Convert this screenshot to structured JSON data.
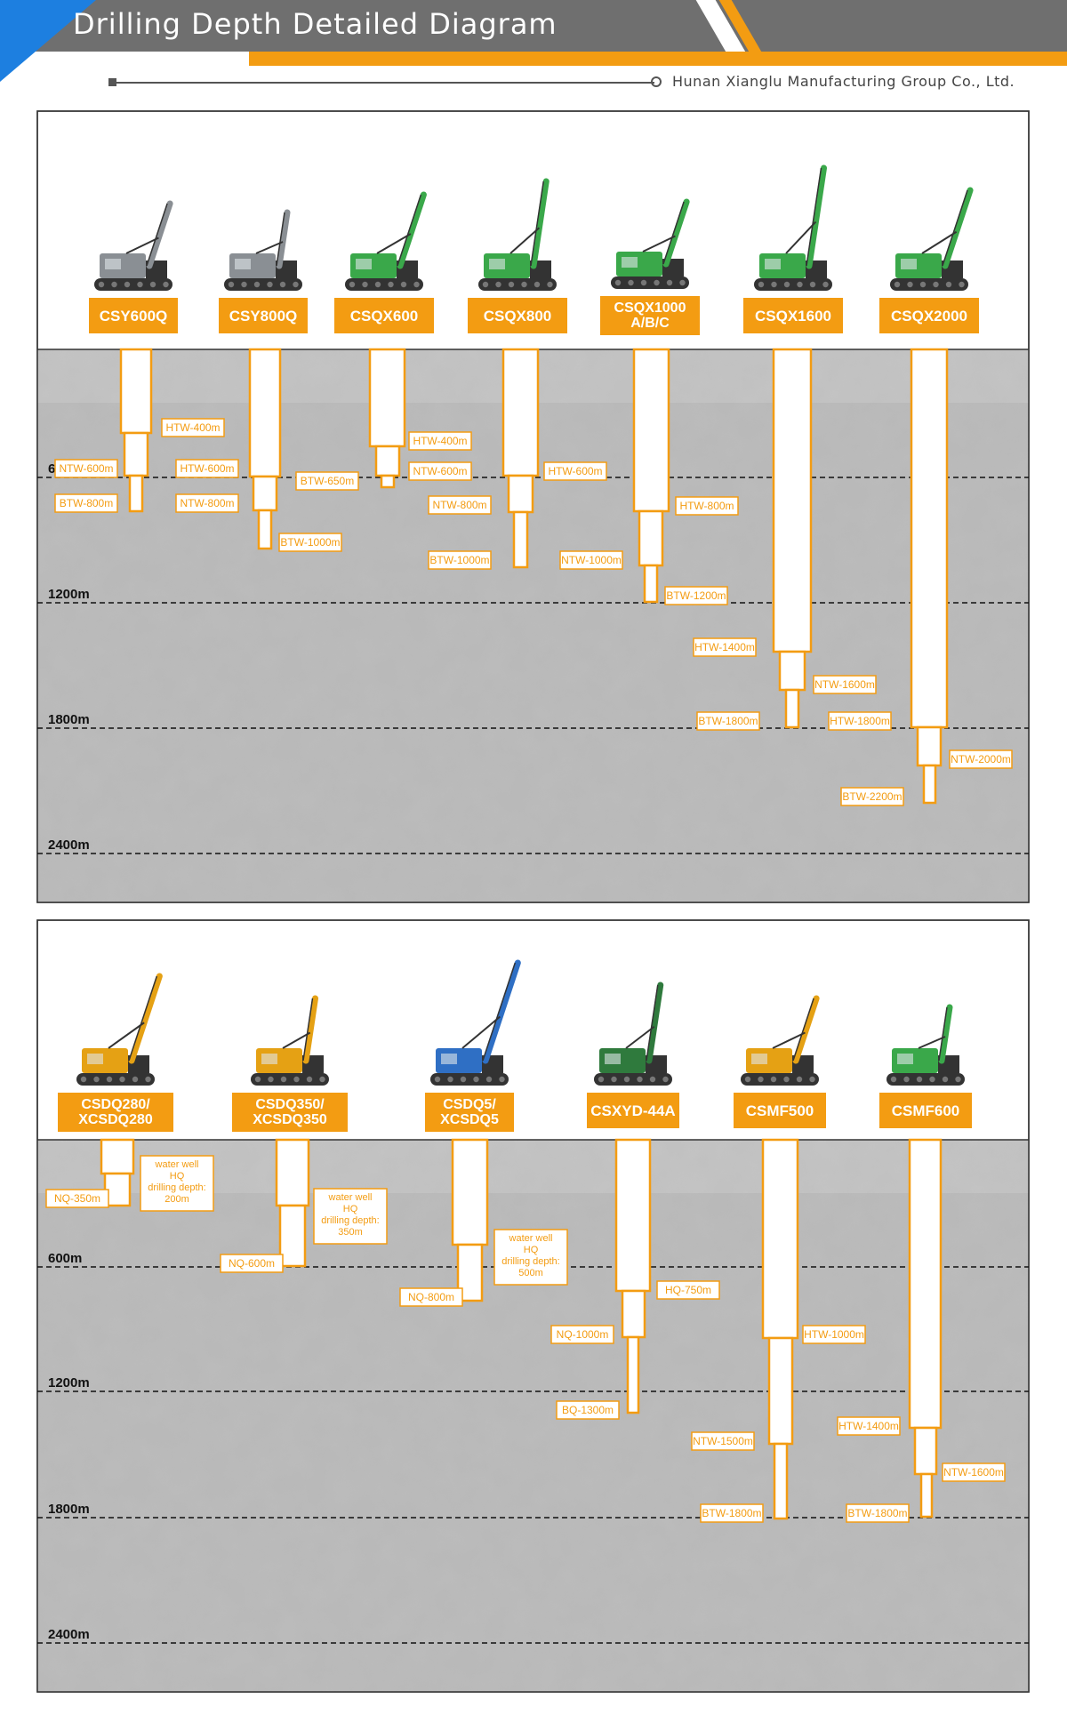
{
  "header": {
    "title": "Drilling Depth Detailed Diagram",
    "company": "Hunan Xianglu Manufacturing Group Co., Ltd."
  },
  "colors": {
    "orange": "#f39c12",
    "header_gray": "#6f6f6f",
    "header_blue": "#1d7fe0",
    "soil": "#b9b9b9",
    "machine_green": "#3aa84a",
    "machine_yellow": "#e5a114",
    "machine_blue": "#2f6fc4"
  },
  "depth_scale": [
    "600m",
    "1200m",
    "1800m",
    "2400m"
  ],
  "panels": [
    {
      "machines": [
        {
          "label": "CSY600Q",
          "color": "gray",
          "annotations": [
            "HTW-400m",
            "NTW-600m",
            "BTW-800m"
          ]
        },
        {
          "label": "CSY800Q",
          "color": "gray",
          "annotations": [
            "HTW-600m",
            "NTW-800m",
            "BTW-1000m"
          ]
        },
        {
          "label": "CSQX600",
          "color": "green",
          "annotations": [
            "HTW-400m",
            "BTW-650m",
            "NTW-600m"
          ]
        },
        {
          "label": "CSQX800",
          "color": "green",
          "annotations": [
            "HTW-600m",
            "NTW-800m",
            "BTW-1000m"
          ]
        },
        {
          "label": "CSQX1000\nA/B/C",
          "color": "green",
          "annotations": [
            "HTW-800m",
            "NTW-1000m",
            "BTW-1200m"
          ]
        },
        {
          "label": "CSQX1600",
          "color": "green",
          "annotations": [
            "HTW-1400m",
            "NTW-1600m",
            "BTW-1800m"
          ]
        },
        {
          "label": "CSQX2000",
          "color": "green",
          "annotations": [
            "HTW-1800m",
            "NTW-2000m",
            "BTW-2200m"
          ]
        }
      ]
    },
    {
      "machines": [
        {
          "label": "CSDQ280/\nXCSDQ280",
          "color": "yellow",
          "annotations": [
            "water well\nHQ\ndrilling depth:\n200m",
            "NQ-350m"
          ]
        },
        {
          "label": "CSDQ350/\nXCSDQ350",
          "color": "yellow",
          "annotations": [
            "water well\nHQ\ndrilling depth:\n350m",
            "NQ-600m"
          ]
        },
        {
          "label": "CSDQ5/\nXCSDQ5",
          "color": "blue",
          "annotations": [
            "water well\nHQ\ndrilling depth:\n500m",
            "NQ-800m"
          ]
        },
        {
          "label": "CSXYD-44A",
          "color": "darkgreen",
          "annotations": [
            "HQ-750m",
            "NQ-1000m",
            "BQ-1300m"
          ]
        },
        {
          "label": "CSMF500",
          "color": "yellow",
          "annotations": [
            "HTW-1000m",
            "NTW-1500m",
            "BTW-1800m"
          ]
        },
        {
          "label": "CSMF600",
          "color": "green",
          "annotations": [
            "HTW-1400m",
            "NTW-1600m",
            "BTW-1800m"
          ]
        }
      ]
    }
  ]
}
